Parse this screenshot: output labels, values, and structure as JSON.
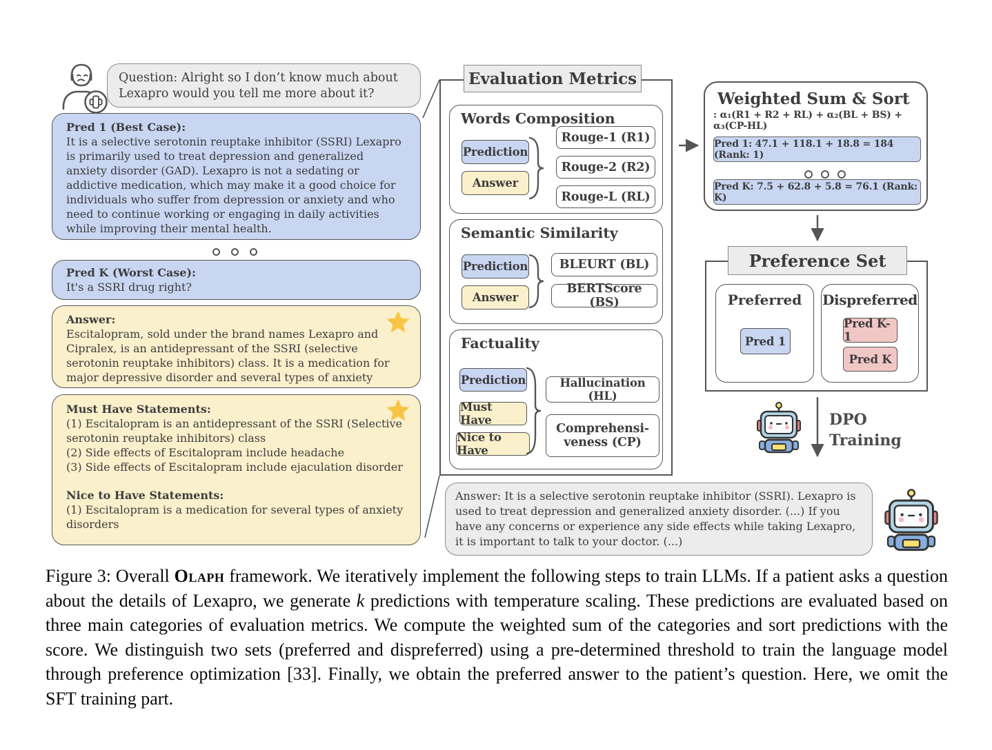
{
  "question": {
    "text": "Question: Alright so I don’t know much about Lexapro would you tell me more about it?"
  },
  "pred1": {
    "title": "Pred 1 (Best Case):",
    "body": "It is a selective serotonin reuptake inhibitor (SSRI) Lexapro is primarily used to treat depression and generalized anxiety disorder (GAD). Lexapro is not a sedating or addictive medication, which may make it a good choice for individuals who suffer from depression or anxiety and who need to continue working or engaging in daily activities while improving their mental health."
  },
  "predk": {
    "title": "Pred K (Worst Case):",
    "body": "It's a SSRI drug right?"
  },
  "answer_box": {
    "title": "Answer:",
    "body": "Escitalopram, sold under the brand names Lexapro and Cipralex, is an antidepressant of the SSRI (selective serotonin reuptake inhibitors) class. It is a medication for major depressive disorder and several types of anxiety disorders. (...)"
  },
  "statements": {
    "must_title": "Must Have Statements:",
    "must_body": "(1) Escitalopram is an antidepressant of the SSRI (Selective serotonin reuptake inhibitors) class\n(2) Side effects of Escitalopram include headache\n(3) Side effects of Escitalopram include ejaculation disorder",
    "nice_title": "Nice to Have Statements:",
    "nice_body": "(1) Escitalopram is a medication for several types of anxiety disorders"
  },
  "evaluation": {
    "title": "Evaluation Metrics",
    "words": {
      "title": "Words Composition",
      "inputs": [
        "Prediction",
        "Answer"
      ],
      "metrics": [
        "Rouge-1 (R1)",
        "Rouge-2 (R2)",
        "Rouge-L (RL)"
      ]
    },
    "semantic": {
      "title": "Semantic Similarity",
      "inputs": [
        "Prediction",
        "Answer"
      ],
      "metrics": [
        "BLEURT (BL)",
        "BERTScore (BS)"
      ]
    },
    "factuality": {
      "title": "Factuality",
      "inputs": [
        "Prediction",
        "Must Have",
        "Nice to Have"
      ],
      "metrics": [
        "Hallucination (HL)",
        "Comprehensi-\nveness (CP)"
      ]
    }
  },
  "weighted": {
    "title": "Weighted Sum & Sort",
    "formula": ": α₁(R1 + R2 + RL) + α₂(BL + BS) + α₃(CP-HL)",
    "rows": [
      "Pred 1: 47.1 + 118.1 + 18.8 = 184 (Rank: 1)",
      "Pred K: 7.5 + 62.8 + 5.8 = 76.1 (Rank: K)"
    ]
  },
  "preference": {
    "title": "Preference Set",
    "preferred": {
      "label": "Preferred",
      "chips": [
        "Pred 1"
      ]
    },
    "dispreferred": {
      "label": "Dispreferred",
      "chips": [
        "Pred K-1",
        "Pred K"
      ]
    }
  },
  "dpo": {
    "label": "DPO\nTraining"
  },
  "final_answer": {
    "text": "Answer: It is a selective serotonin reuptake inhibitor (SSRI). Lexapro is used to treat depression and generalized anxiety disorder. (...) If you have any concerns or experience any side effects while taking Lexapro, it is important to talk to your doctor. (...)"
  },
  "caption": {
    "part1": "Figure 3: Overall ",
    "olaph": "Olaph",
    "part2": " framework. We iteratively implement the following steps to train LLMs. If a patient asks a question about the details of Lexapro, we generate ",
    "k_var": "k",
    "part3": " predictions with temperature scaling. These predictions are evaluated based on three main categories of evaluation metrics. We compute the weighted sum of the categories and sort predictions with the score. We distinguish two sets (preferred and dispreferred) using a pre-determined threshold to train the language model through preference optimization [33]. Finally, we obtain the preferred answer to the patient’s question. Here, we omit the SFT training part."
  },
  "colors": {
    "blue": "#c8d6f2",
    "yellow": "#fbf0cc",
    "pink": "#f1c7c6",
    "gray": "#ececec",
    "star": "#f6c544",
    "border": "#555555"
  }
}
